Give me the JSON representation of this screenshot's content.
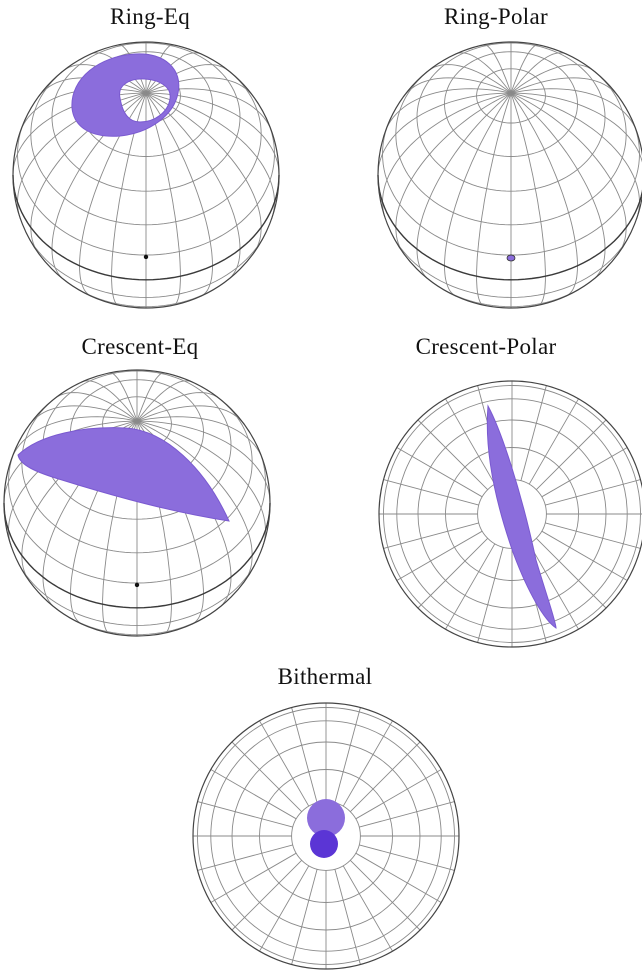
{
  "figure": {
    "panels": [
      {
        "id": "ring-eq",
        "title": "Ring-Eq",
        "view": "oblique"
      },
      {
        "id": "ring-polar",
        "title": "Ring-Polar",
        "view": "oblique"
      },
      {
        "id": "crescent-eq",
        "title": "Crescent-Eq",
        "view": "oblique"
      },
      {
        "id": "crescent-polar",
        "title": "Crescent-Polar",
        "view": "pole-on"
      },
      {
        "id": "bithermal",
        "title": "Bithermal",
        "view": "pole-on"
      }
    ],
    "colors": {
      "spot": "#8b6ddc",
      "spot_dark": "#5b35d5",
      "grid": "#8a8a8a",
      "equator": "#3a3a3a"
    }
  }
}
